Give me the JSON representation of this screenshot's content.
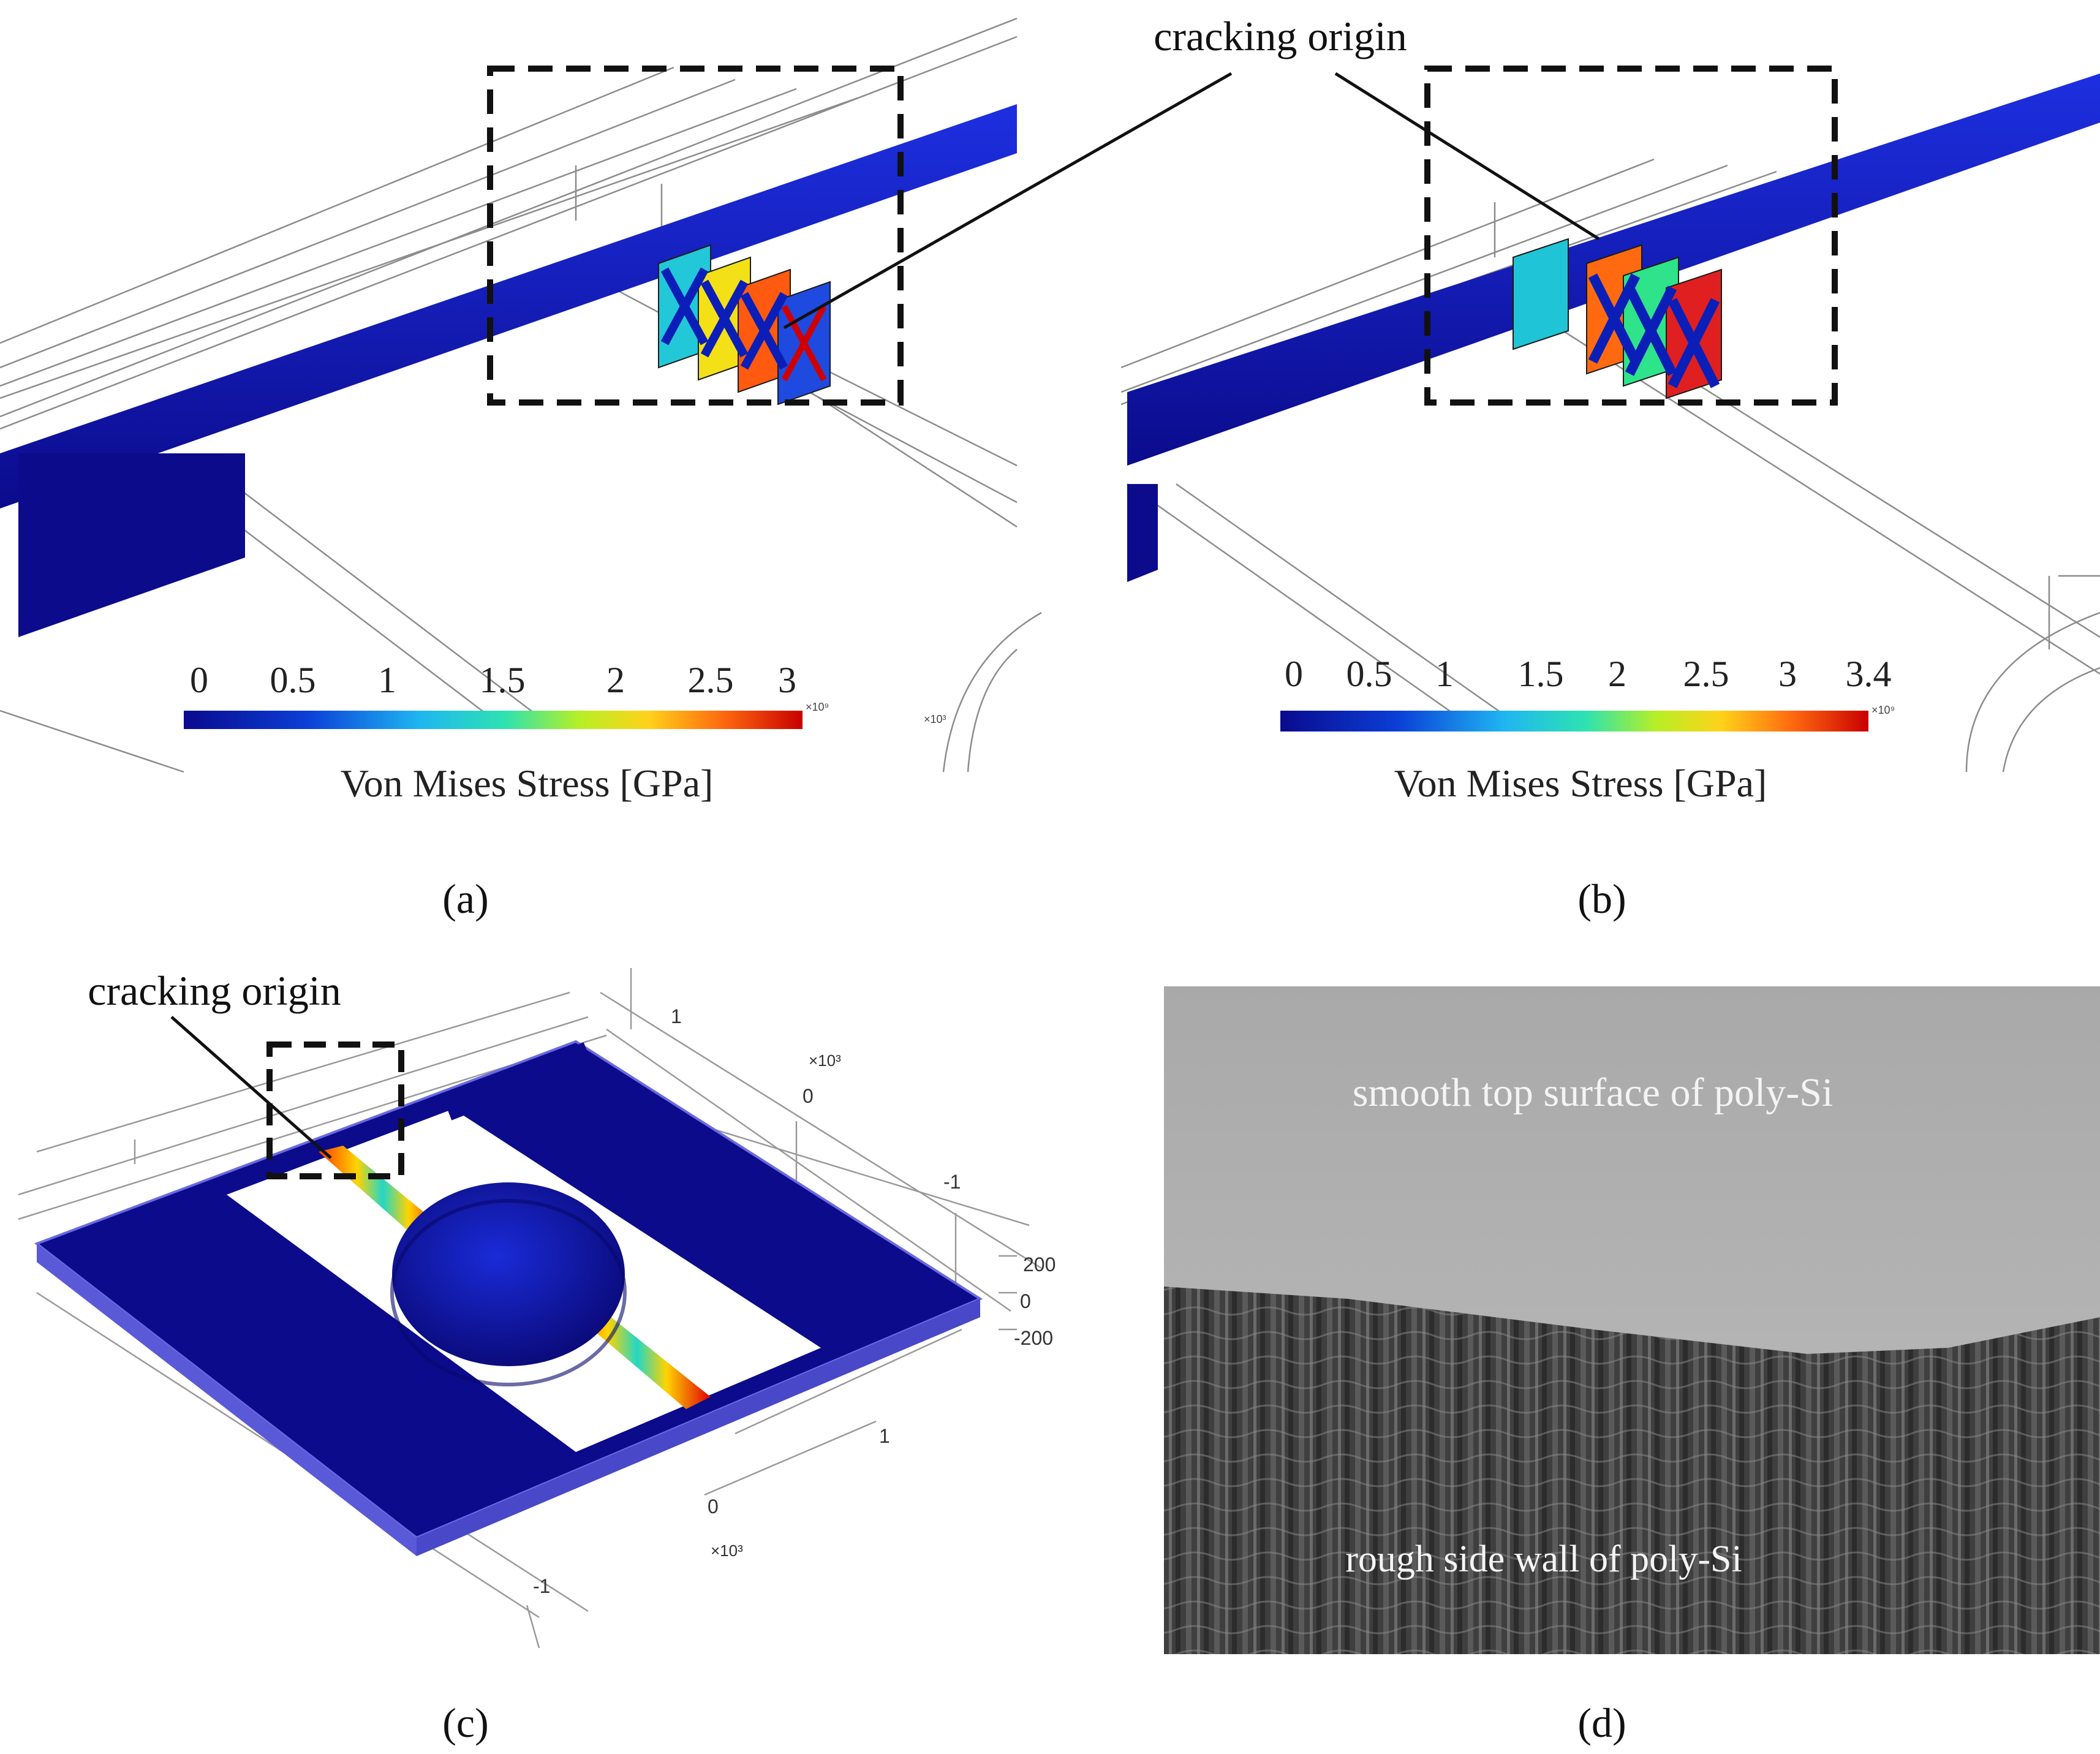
{
  "panels": {
    "a": {
      "label": "(a)",
      "annotation": "cracking origin",
      "colorbar": {
        "ticks": [
          "0",
          "0.5",
          "1",
          "1.5",
          "2",
          "2.5",
          "3"
        ],
        "title": "Von Mises Stress [GPa]",
        "exponent": "×10⁹"
      },
      "axis_exponent": "×10³"
    },
    "b": {
      "label": "(b)",
      "colorbar": {
        "ticks": [
          "0",
          "0.5",
          "1",
          "1.5",
          "2",
          "2.5",
          "3",
          "3.4"
        ],
        "title": "Von Mises Stress [GPa]",
        "exponent": "×10⁹"
      }
    },
    "c": {
      "label": "(c)",
      "annotation": "cracking origin",
      "axis_ticks": {
        "z": [
          "200",
          "0",
          "-200"
        ],
        "y_back": [
          "1",
          "0",
          "-1"
        ],
        "x_front": [
          "1",
          "0",
          "-1"
        ],
        "y_exponent": "×10³",
        "x_exponent": "×10³"
      }
    },
    "d": {
      "label": "(d)",
      "top_text": "smooth top surface of poly-Si",
      "bottom_text": "rough side wall of poly-Si"
    }
  },
  "colors": {
    "stress_low": "#0b0b8c",
    "stress_mid": "#22d3c8",
    "stress_high": "#d00000",
    "frame": "#151515",
    "sem_top": "#b4b4b4",
    "sem_wall": "#4a4a4a"
  }
}
